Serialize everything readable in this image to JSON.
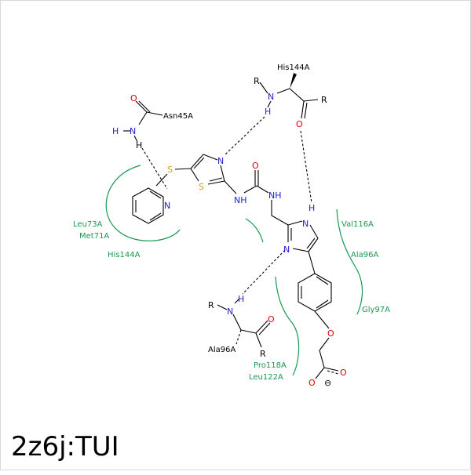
{
  "title": "2z6j:TUI",
  "colors": {
    "nitrogen": "#1f1fd0",
    "oxygen": "#e00000",
    "sulfur": "#d4a017",
    "carbon": "#000000",
    "pocket": "#1a9850"
  },
  "atoms": {
    "n": "N",
    "o": "O",
    "s": "S",
    "h": "H",
    "r": "R",
    "nh": "NH",
    "hn": "H–N",
    "minus": "⊖"
  },
  "residues": {
    "his144_top": "His144A",
    "asn45": "Asn45A",
    "ala96_bottom": "Ala96A"
  },
  "pocket_labels": {
    "leu73": "Leu73A",
    "met71": "Met71A",
    "his144": "His144A",
    "val116": "Val116A",
    "ala96": "Ala96A",
    "gly97": "Gly97A",
    "pro118": "Pro118A",
    "leu122": "Leu122A"
  }
}
